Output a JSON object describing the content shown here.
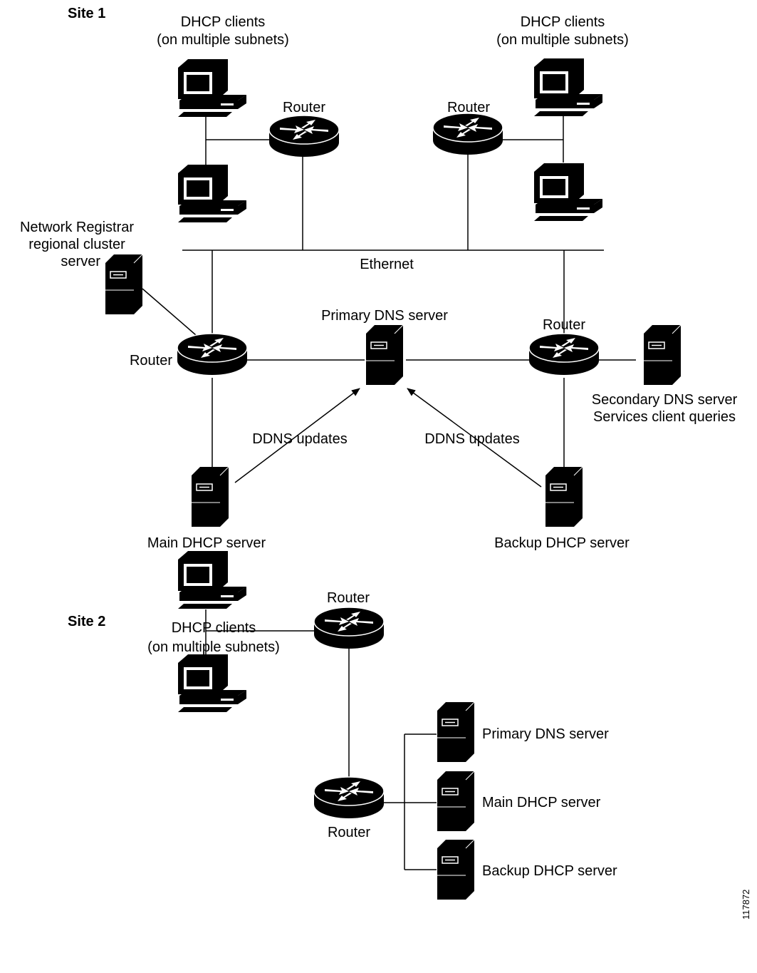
{
  "site1": {
    "title": "Site 1",
    "clients_left_line1": "DHCP clients",
    "clients_left_line2": "(on multiple subnets)",
    "clients_right_line1": "DHCP clients",
    "clients_right_line2": "(on multiple subnets)",
    "router_top_left": "Router",
    "router_top_right": "Router",
    "router_left": "Router",
    "router_right": "Router",
    "ethernet": "Ethernet",
    "regional_line1": "Network Registrar",
    "regional_line2": "regional cluster",
    "regional_line3": "server",
    "primary_dns": "Primary DNS server",
    "secondary_line1": "Secondary DNS server",
    "secondary_line2": "Services client queries",
    "ddns_left": "DDNS updates",
    "ddns_right": "DDNS updates",
    "main_dhcp": "Main DHCP server",
    "backup_dhcp": "Backup DHCP server"
  },
  "site2": {
    "title": "Site 2",
    "clients_line1": "DHCP clients",
    "clients_line2": "(on multiple subnets)",
    "router_top": "Router",
    "router_bottom": "Router",
    "primary_dns": "Primary DNS server",
    "main_dhcp": "Main DHCP server",
    "backup_dhcp": "Backup DHCP server"
  },
  "figure_id": "117872",
  "icons": {
    "workstation": "workstation-icon",
    "router": "router-icon",
    "server": "server-icon",
    "arrow": "arrow-icon"
  }
}
